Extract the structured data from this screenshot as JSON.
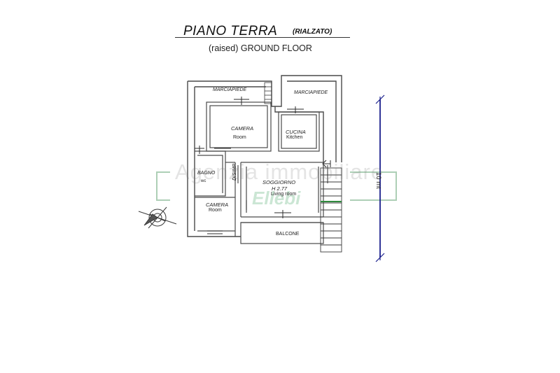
{
  "title": {
    "main": "PIANO TERRA",
    "sub": "(RIALZATO)",
    "english": "(raised) GROUND FLOOR"
  },
  "plan": {
    "marciapiede_left": "MARCIAPIEDE",
    "marciapiede_right": "MARCIAPIEDE",
    "camera_top": {
      "it": "CAMERA",
      "en": "Room"
    },
    "cucina": {
      "it": "CUCINA",
      "en": "Kitchen"
    },
    "bagno": {
      "it": "BAGNO",
      "en": "wc"
    },
    "disimp": "DISIMP.",
    "soggiorno": {
      "it": "SOGGIORNO",
      "height": "H 2.77",
      "en": "Living room"
    },
    "camera_bottom": {
      "it": "CAMERA",
      "en": "Room"
    },
    "balcone": "BALCONE"
  },
  "dimension": {
    "label": "10 mt"
  },
  "watermark": {
    "line1": "Agenzia immobiliare",
    "line2": "Ellebi"
  },
  "colors": {
    "dimension_line": "#1a1f8c",
    "watermark_frame": "#6aa87a",
    "walls": "#4a4a4a"
  },
  "icons": {
    "compass": "compass-rose-icon",
    "entrance": "entrance-arrow-icon"
  }
}
